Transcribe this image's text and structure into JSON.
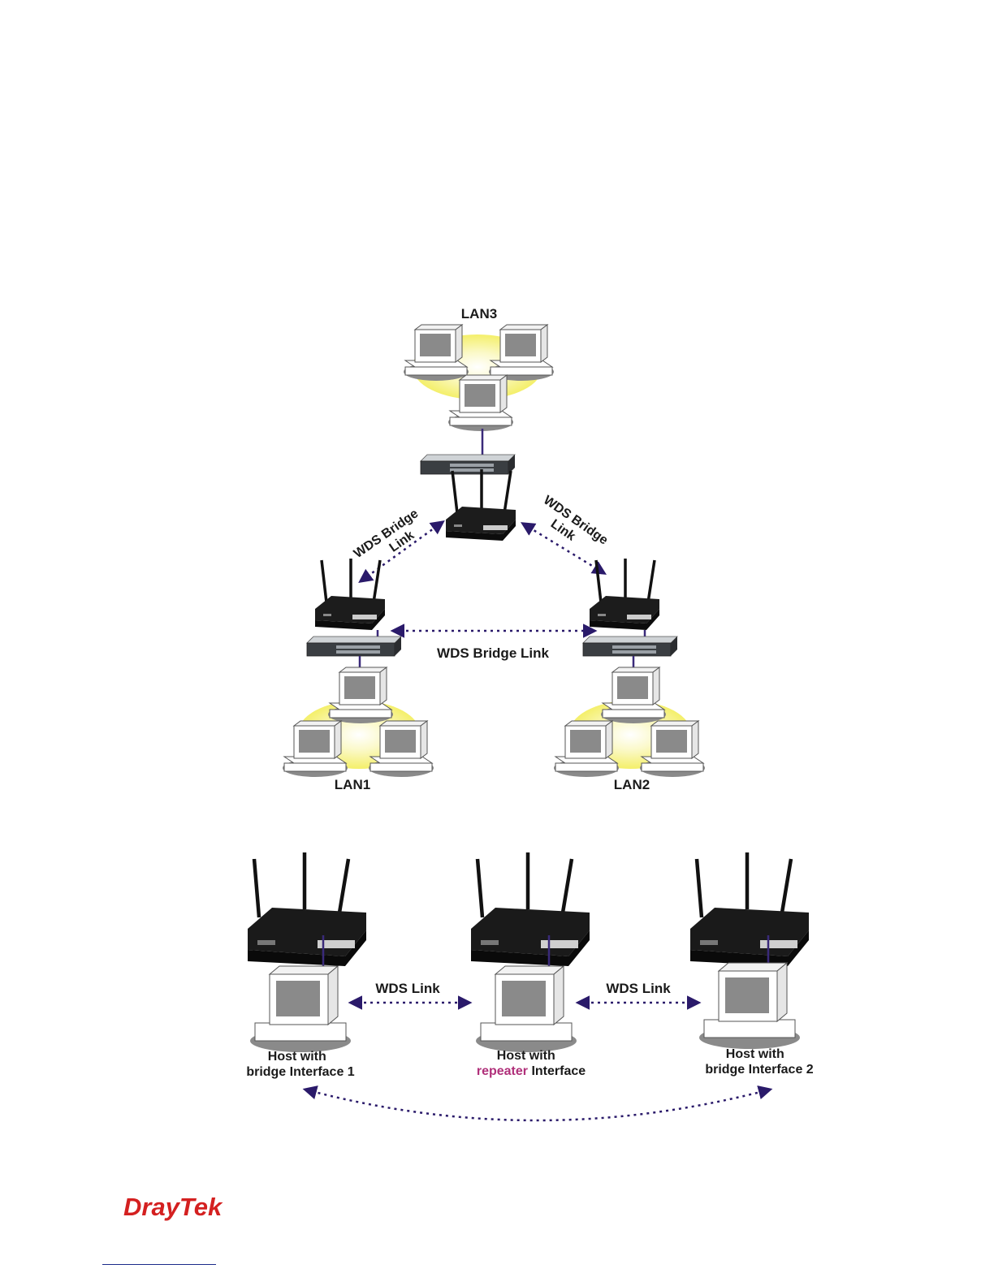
{
  "diagram_top": {
    "lan3_label": "LAN3",
    "lan1_label": "LAN1",
    "lan2_label": "LAN2",
    "left_link_line1": "WDS Bridge",
    "left_link_line2": "Link",
    "right_link_line1": "WDS Bridge",
    "right_link_line2": "Link",
    "middle_link": "WDS Bridge Link"
  },
  "diagram_bottom": {
    "link_left": "WDS Link",
    "link_right": "WDS Link",
    "host1_line1": "Host with",
    "host1_line2": "bridge Interface 1",
    "host2_line1": "Host with",
    "host2_highlight": "repeater",
    "host2_rest": " Interface",
    "host3_line1": "Host with",
    "host3_line2": "bridge Interface 2"
  },
  "footer": {
    "brand": "DrayTek"
  },
  "colors": {
    "link": "#2a1a6a",
    "cable": "#3a2a7a",
    "glow": "#f6f27a",
    "highlight": "#b0307a",
    "brand": "#d42020"
  }
}
